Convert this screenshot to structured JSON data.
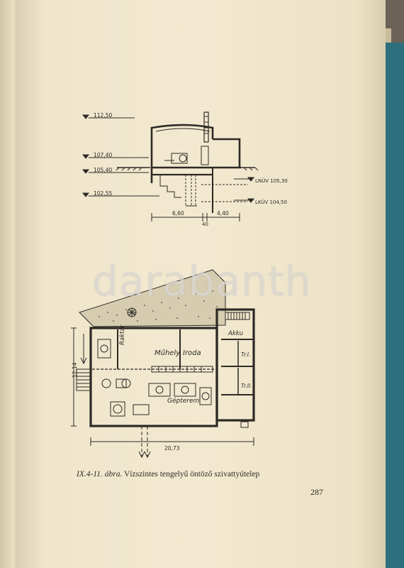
{
  "section": {
    "elevations_left": [
      "112,50",
      "107,40",
      "105,40",
      "102,55"
    ],
    "elevations_right": [
      "LNÜV 105,30",
      "LKÜV 104,50"
    ],
    "dimensions": [
      "6,60",
      "4,40",
      "40"
    ]
  },
  "plan": {
    "rooms": [
      "Akku",
      "Raktár",
      "Műhely",
      "Iroda",
      "Tr.I.",
      "Tr.II.",
      "Gépterem"
    ],
    "dim_height": "12,14",
    "dim_width": "20,73"
  },
  "caption": {
    "number": "IX.4-11.",
    "label": "ábra.",
    "text": "Vízszintes tengelyű öntöző szivattyútelep"
  },
  "page_number": "287",
  "watermark": "darabanth"
}
